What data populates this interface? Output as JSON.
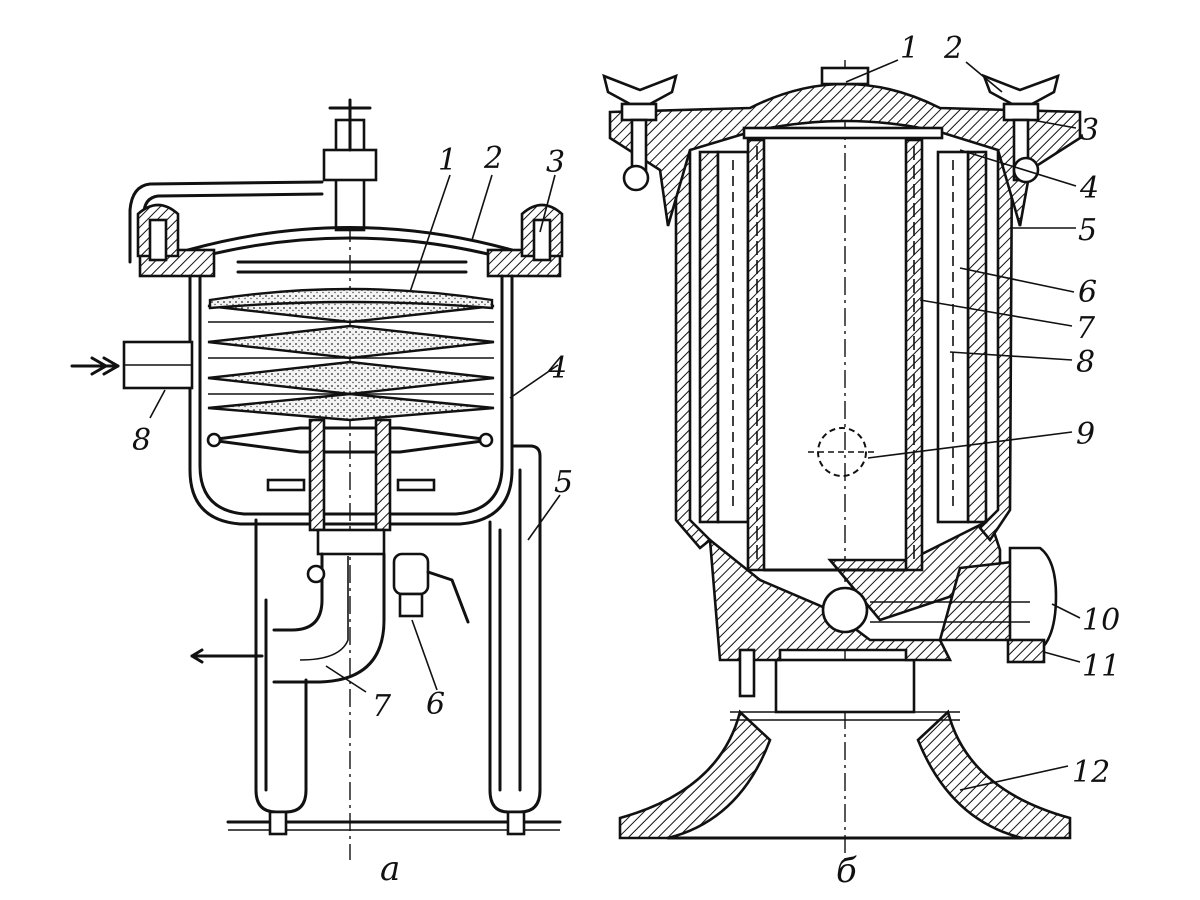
{
  "figure": {
    "panel_a": {
      "caption": "а",
      "labels": [
        "1",
        "2",
        "3",
        "4",
        "5",
        "6",
        "7",
        "8"
      ]
    },
    "panel_b": {
      "caption": "б",
      "labels": [
        "1",
        "2",
        "3",
        "4",
        "5",
        "6",
        "7",
        "8",
        "9",
        "10",
        "11",
        "12"
      ]
    }
  }
}
